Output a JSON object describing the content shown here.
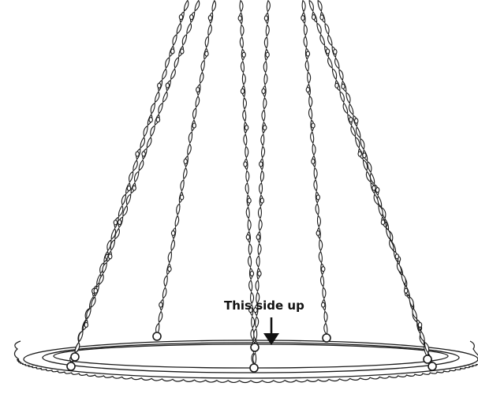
{
  "diagram": {
    "label_text": "This side up",
    "colors": {
      "line": "#1a1a1a",
      "background": "#ffffff"
    },
    "chain_count": 8,
    "parts": [
      "chains",
      "ring",
      "eyelets",
      "arrow"
    ]
  }
}
